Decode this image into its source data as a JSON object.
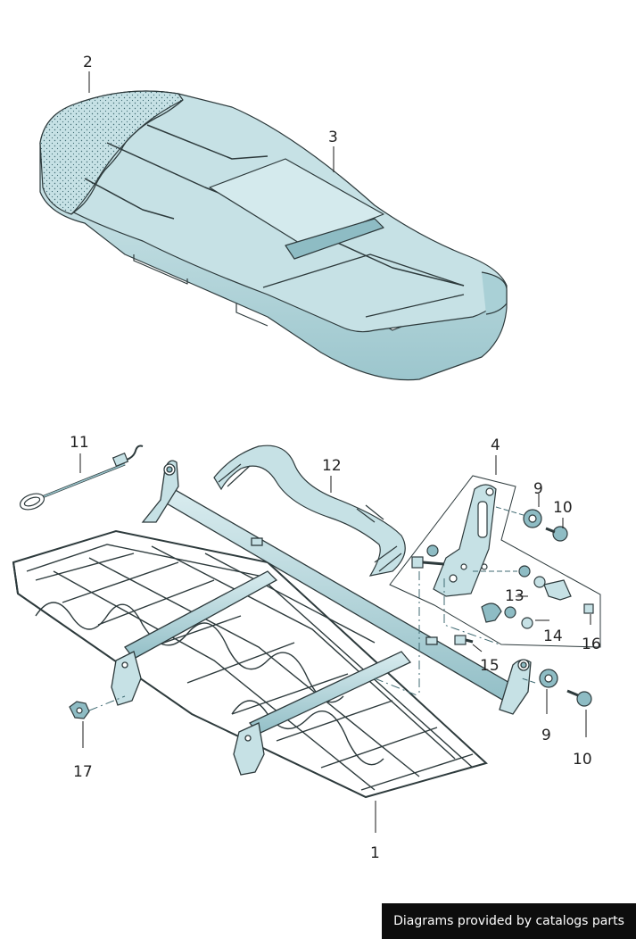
{
  "diagram": {
    "colors": {
      "part_fill": "#c6e1e5",
      "part_fill_light": "#e4f1f3",
      "part_fill_dark": "#8ebcc4",
      "outline": "#2d3a3c",
      "leader": "#1a1a1a"
    },
    "callouts": {
      "c1": "1",
      "c2": "2",
      "c3": "3",
      "c4": "4",
      "c9a": "9",
      "c9b": "9",
      "c10a": "10",
      "c10b": "10",
      "c11": "11",
      "c12": "12",
      "c13": "13",
      "c14": "14",
      "c15": "15",
      "c16": "16",
      "c17": "17"
    }
  },
  "footer": {
    "credit": "Diagrams provided by catalogs parts"
  }
}
